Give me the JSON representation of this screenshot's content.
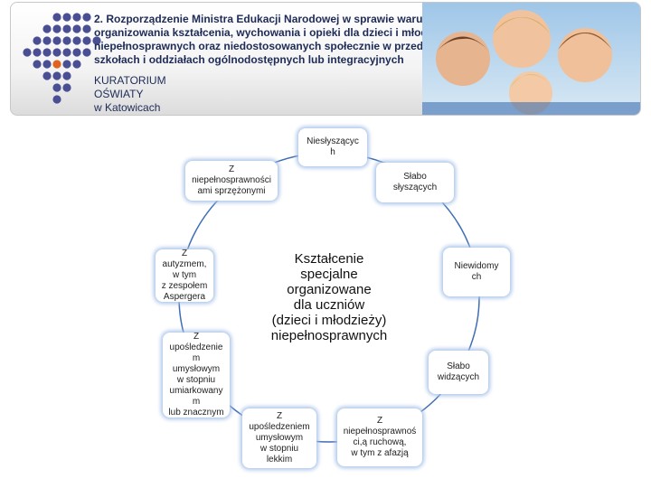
{
  "header": {
    "title": "2. Rozporządzenie Ministra Edukacji Narodowej w sprawie warunków\norganizowania kształcenia, wychowania i opieki dla dzieci  i młodzieży\nniepełnosprawnych oraz niedostosowanych społecznie w przedszkolach,\nszkołach i oddziałach ogólnodostępnych lub integracyjnych",
    "org_name": "KURATORIUM\nOŚWIATY\nw Katowicach",
    "logo_icon": "kuratorium-dots-logo",
    "photo_icon": "children-photo"
  },
  "diagram": {
    "center": "Kształcenie\nspecjalne\norganizowane\ndla uczniów\n(dzieci i młodzieży)\nniepełnosprawnych",
    "nodes": {
      "niesłyszących": "Niesłyszącyc\nh",
      "słabo_słyszących": "Słabo\nsłyszących",
      "niewidomych": "Niewidomy\nch",
      "słabo_widzących": "Słabo\nwidzących",
      "niepełnosprawność_ruchowa": "Z\nniepełnosprawnoś\nci,ą ruchową,\nw tym z afazją",
      "upośledzenie_lekkie": "Z\nupośledzeniem\numysłowym\nw stopniu\nlekkim",
      "upośledzenie_umiarkowane": "Z\nupośledzenie\nm\numysłowym\nw stopniu\numiarkowany\nm\nlub znacznym",
      "autyzm": "Z\nautyzmem,\nw tym\nz zespołem\nAspergera",
      "sprzężone": "Z\nniepełnosprawności\nami sprzężonymi"
    },
    "colors": {
      "ring": "#3f6eb4",
      "glow": "#a9c3e8"
    }
  }
}
